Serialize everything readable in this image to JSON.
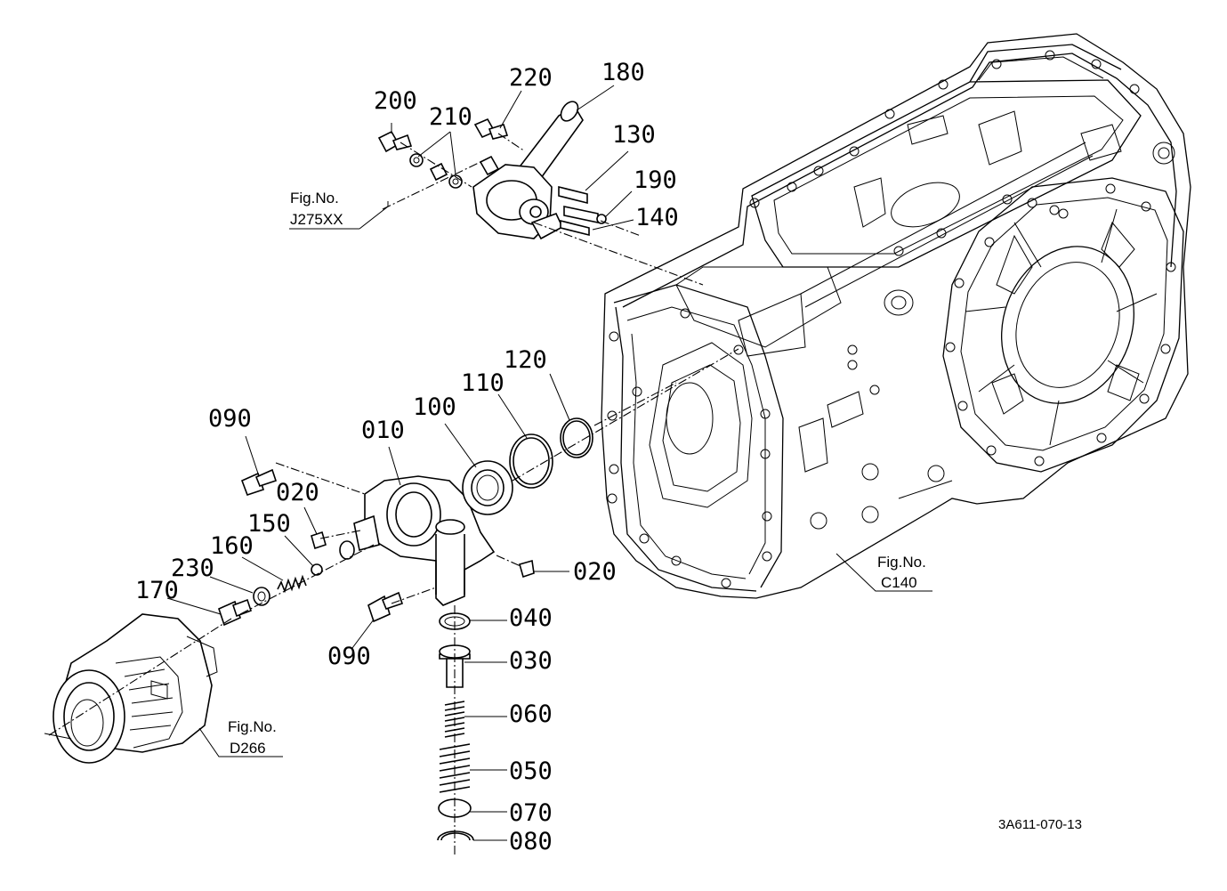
{
  "part_labels": {
    "p010": "010",
    "p020a": "020",
    "p020b": "020",
    "p030": "030",
    "p040": "040",
    "p050": "050",
    "p060": "060",
    "p070": "070",
    "p080": "080",
    "p090a": "090",
    "p090b": "090",
    "p100": "100",
    "p110": "110",
    "p120": "120",
    "p130": "130",
    "p140": "140",
    "p150": "150",
    "p160": "160",
    "p170": "170",
    "p180": "180",
    "p190": "190",
    "p200": "200",
    "p210": "210",
    "p220": "220",
    "p230": "230"
  },
  "figure_refs": {
    "j275": {
      "title": "Fig.No.",
      "code": "J275XX"
    },
    "c140": {
      "title": "Fig.No.",
      "code": "C140"
    },
    "d266": {
      "title": "Fig.No.",
      "code": "D266"
    }
  },
  "drawing_number": "3A611-070-13"
}
